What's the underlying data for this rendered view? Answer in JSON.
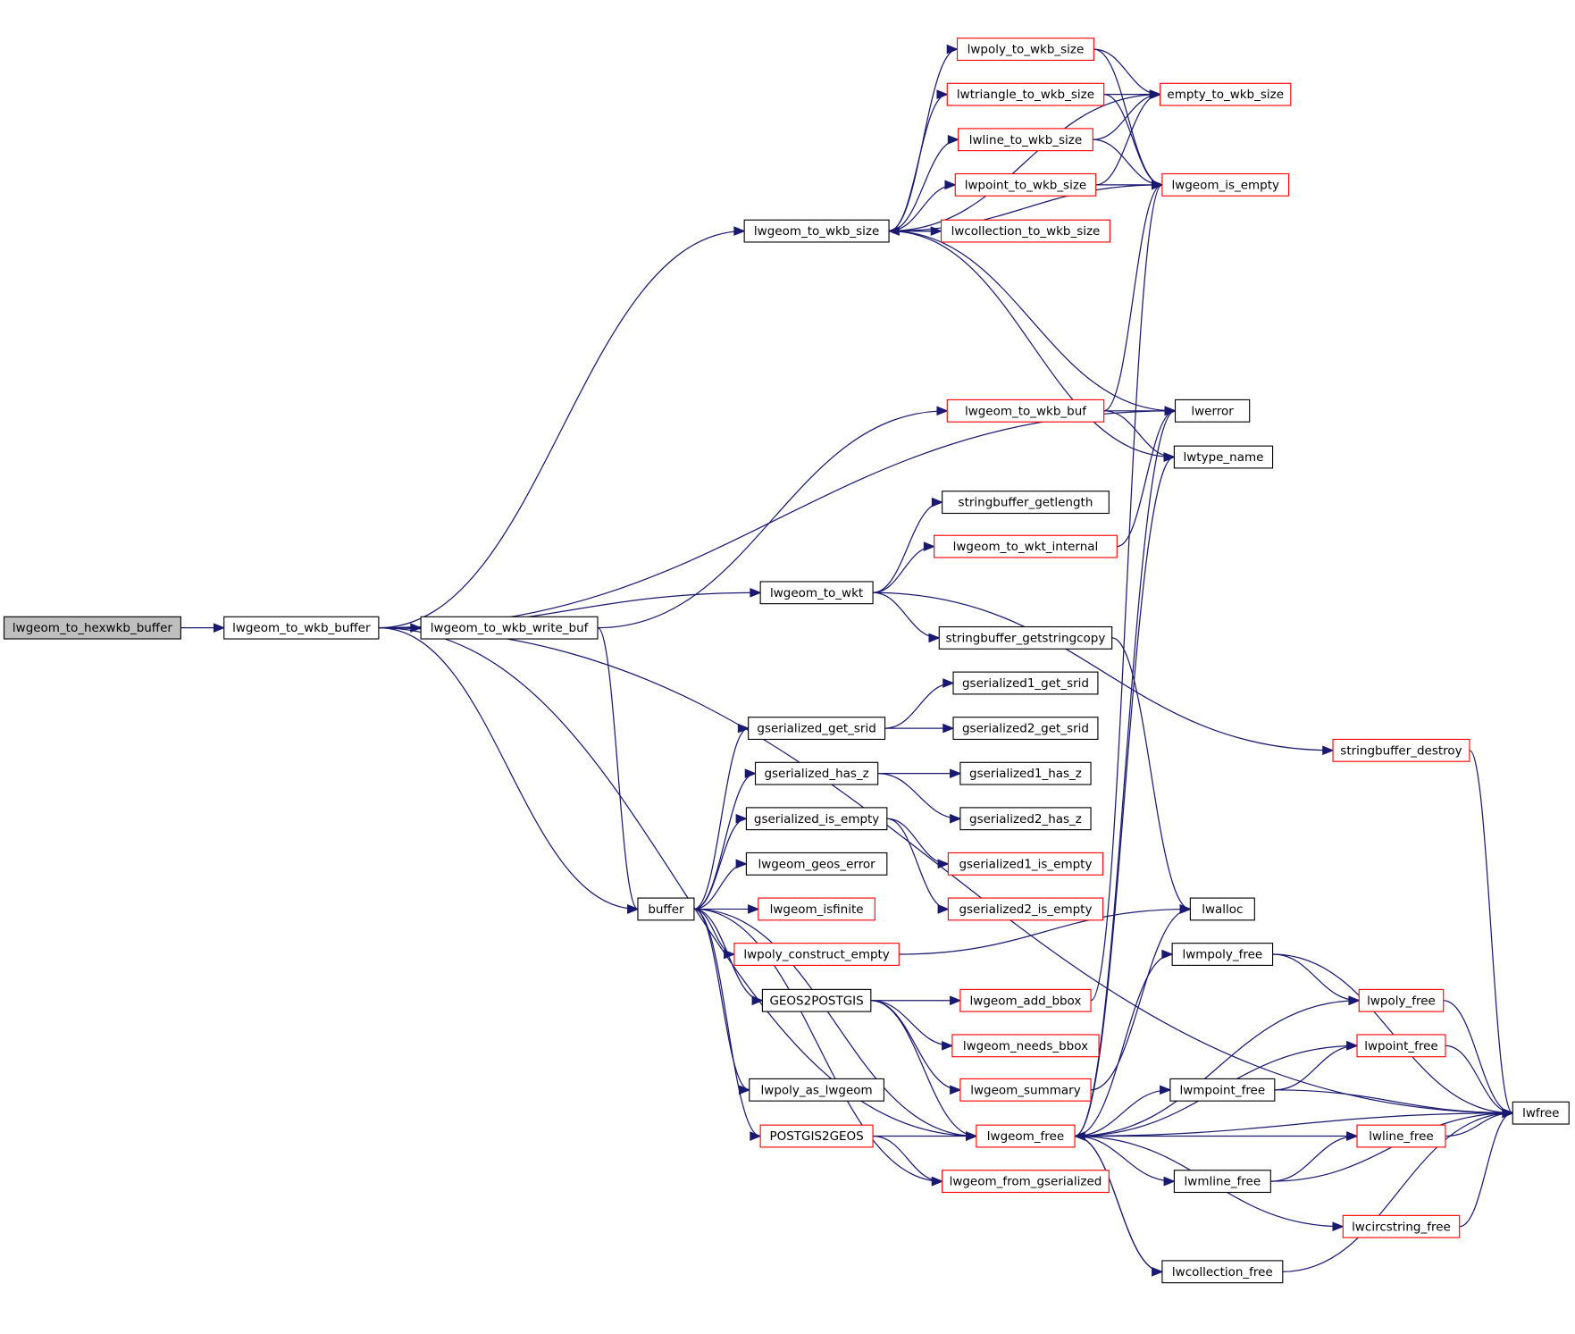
{
  "diagram": {
    "type": "call-graph",
    "root": "lwgeom_to_hexwkb_buffer",
    "colors": {
      "edge": "#191970",
      "node_border": "#000000",
      "truncated_node_border": "#ff0000",
      "root_fill": "#bfbfbf",
      "node_fill": "#ffffff"
    },
    "nodes": [
      {
        "id": "lwgeom_to_hexwkb_buffer",
        "label": "lwgeom_to_hexwkb_buffer",
        "style": "root"
      },
      {
        "id": "lwgeom_to_wkb_buffer",
        "label": "lwgeom_to_wkb_buffer",
        "style": "normal"
      },
      {
        "id": "lwgeom_to_wkb_write_buf",
        "label": "lwgeom_to_wkb_write_buf",
        "style": "normal"
      },
      {
        "id": "lwgeom_to_wkb_size",
        "label": "lwgeom_to_wkb_size",
        "style": "normal"
      },
      {
        "id": "lwpoly_to_wkb_size",
        "label": "lwpoly_to_wkb_size",
        "style": "truncated"
      },
      {
        "id": "lwtriangle_to_wkb_size",
        "label": "lwtriangle_to_wkb_size",
        "style": "truncated"
      },
      {
        "id": "lwline_to_wkb_size",
        "label": "lwline_to_wkb_size",
        "style": "truncated"
      },
      {
        "id": "lwpoint_to_wkb_size",
        "label": "lwpoint_to_wkb_size",
        "style": "truncated"
      },
      {
        "id": "lwcollection_to_wkb_size",
        "label": "lwcollection_to_wkb_size",
        "style": "truncated"
      },
      {
        "id": "empty_to_wkb_size",
        "label": "empty_to_wkb_size",
        "style": "truncated"
      },
      {
        "id": "lwgeom_is_empty",
        "label": "lwgeom_is_empty",
        "style": "truncated"
      },
      {
        "id": "lwgeom_to_wkb_buf",
        "label": "lwgeom_to_wkb_buf",
        "style": "truncated"
      },
      {
        "id": "lwerror",
        "label": "lwerror",
        "style": "normal"
      },
      {
        "id": "lwtype_name",
        "label": "lwtype_name",
        "style": "normal"
      },
      {
        "id": "stringbuffer_getlength",
        "label": "stringbuffer_getlength",
        "style": "normal"
      },
      {
        "id": "lwgeom_to_wkt_internal",
        "label": "lwgeom_to_wkt_internal",
        "style": "truncated"
      },
      {
        "id": "lwgeom_to_wkt",
        "label": "lwgeom_to_wkt",
        "style": "normal"
      },
      {
        "id": "stringbuffer_getstringcopy",
        "label": "stringbuffer_getstringcopy",
        "style": "normal"
      },
      {
        "id": "stringbuffer_destroy",
        "label": "stringbuffer_destroy",
        "style": "truncated"
      },
      {
        "id": "gserialized1_get_srid",
        "label": "gserialized1_get_srid",
        "style": "normal"
      },
      {
        "id": "gserialized_get_srid",
        "label": "gserialized_get_srid",
        "style": "normal"
      },
      {
        "id": "gserialized2_get_srid",
        "label": "gserialized2_get_srid",
        "style": "normal"
      },
      {
        "id": "gserialized_has_z",
        "label": "gserialized_has_z",
        "style": "normal"
      },
      {
        "id": "gserialized1_has_z",
        "label": "gserialized1_has_z",
        "style": "normal"
      },
      {
        "id": "gserialized2_has_z",
        "label": "gserialized2_has_z",
        "style": "normal"
      },
      {
        "id": "gserialized_is_empty",
        "label": "gserialized_is_empty",
        "style": "normal"
      },
      {
        "id": "gserialized1_is_empty",
        "label": "gserialized1_is_empty",
        "style": "truncated"
      },
      {
        "id": "gserialized2_is_empty",
        "label": "gserialized2_is_empty",
        "style": "truncated"
      },
      {
        "id": "lwgeom_geos_error",
        "label": "lwgeom_geos_error",
        "style": "normal"
      },
      {
        "id": "buffer",
        "label": "buffer",
        "style": "normal"
      },
      {
        "id": "lwgeom_isfinite",
        "label": "lwgeom_isfinite",
        "style": "truncated"
      },
      {
        "id": "lwalloc",
        "label": "lwalloc",
        "style": "normal"
      },
      {
        "id": "lwpoly_construct_empty",
        "label": "lwpoly_construct_empty",
        "style": "truncated"
      },
      {
        "id": "lwmpoly_free",
        "label": "lwmpoly_free",
        "style": "normal"
      },
      {
        "id": "GEOS2POSTGIS",
        "label": "GEOS2POSTGIS",
        "style": "normal"
      },
      {
        "id": "lwgeom_add_bbox",
        "label": "lwgeom_add_bbox",
        "style": "truncated"
      },
      {
        "id": "lwpoly_free",
        "label": "lwpoly_free",
        "style": "truncated"
      },
      {
        "id": "lwgeom_needs_bbox",
        "label": "lwgeom_needs_bbox",
        "style": "truncated"
      },
      {
        "id": "lwpoint_free",
        "label": "lwpoint_free",
        "style": "truncated"
      },
      {
        "id": "lwpoly_as_lwgeom",
        "label": "lwpoly_as_lwgeom",
        "style": "normal"
      },
      {
        "id": "lwgeom_summary",
        "label": "lwgeom_summary",
        "style": "truncated"
      },
      {
        "id": "lwmpoint_free",
        "label": "lwmpoint_free",
        "style": "normal"
      },
      {
        "id": "lwfree",
        "label": "lwfree",
        "style": "normal"
      },
      {
        "id": "POSTGIS2GEOS",
        "label": "POSTGIS2GEOS",
        "style": "truncated"
      },
      {
        "id": "lwgeom_free",
        "label": "lwgeom_free",
        "style": "truncated"
      },
      {
        "id": "lwline_free",
        "label": "lwline_free",
        "style": "truncated"
      },
      {
        "id": "lwmline_free",
        "label": "lwmline_free",
        "style": "normal"
      },
      {
        "id": "lwgeom_from_gserialized",
        "label": "lwgeom_from_gserialized",
        "style": "truncated"
      },
      {
        "id": "lwcircstring_free",
        "label": "lwcircstring_free",
        "style": "truncated"
      },
      {
        "id": "lwcollection_free",
        "label": "lwcollection_free",
        "style": "normal"
      }
    ],
    "edges": [
      [
        "lwgeom_to_hexwkb_buffer",
        "lwgeom_to_wkb_buffer"
      ],
      [
        "lwgeom_to_wkb_buffer",
        "lwgeom_to_wkb_write_buf"
      ],
      [
        "lwgeom_to_wkb_buffer",
        "lwgeom_to_wkb_size"
      ],
      [
        "lwgeom_to_wkb_buffer",
        "lwerror"
      ],
      [
        "lwgeom_to_wkb_buffer",
        "lwgeom_to_wkt"
      ],
      [
        "lwgeom_to_wkb_buffer",
        "buffer"
      ],
      [
        "lwgeom_to_wkb_buffer",
        "lwgeom_free"
      ],
      [
        "lwgeom_to_wkb_buffer",
        "lwfree"
      ],
      [
        "lwgeom_to_wkb_write_buf",
        "lwgeom_to_wkb_buf"
      ],
      [
        "lwgeom_to_wkb_write_buf",
        "buffer"
      ],
      [
        "lwgeom_to_wkb_size",
        "lwpoly_to_wkb_size"
      ],
      [
        "lwgeom_to_wkb_size",
        "lwtriangle_to_wkb_size"
      ],
      [
        "lwgeom_to_wkb_size",
        "lwline_to_wkb_size"
      ],
      [
        "lwgeom_to_wkb_size",
        "lwpoint_to_wkb_size"
      ],
      [
        "lwgeom_to_wkb_size",
        "lwcollection_to_wkb_size"
      ],
      [
        "lwgeom_to_wkb_size",
        "empty_to_wkb_size"
      ],
      [
        "lwgeom_to_wkb_size",
        "lwgeom_is_empty"
      ],
      [
        "lwgeom_to_wkb_size",
        "lwerror"
      ],
      [
        "lwgeom_to_wkb_size",
        "lwtype_name"
      ],
      [
        "lwcollection_to_wkb_size",
        "lwgeom_to_wkb_size"
      ],
      [
        "lwpoly_to_wkb_size",
        "empty_to_wkb_size"
      ],
      [
        "lwpoly_to_wkb_size",
        "lwgeom_is_empty"
      ],
      [
        "lwtriangle_to_wkb_size",
        "empty_to_wkb_size"
      ],
      [
        "lwtriangle_to_wkb_size",
        "lwgeom_is_empty"
      ],
      [
        "lwline_to_wkb_size",
        "empty_to_wkb_size"
      ],
      [
        "lwline_to_wkb_size",
        "lwgeom_is_empty"
      ],
      [
        "lwpoint_to_wkb_size",
        "empty_to_wkb_size"
      ],
      [
        "lwpoint_to_wkb_size",
        "lwgeom_is_empty"
      ],
      [
        "lwgeom_to_wkb_buf",
        "lwgeom_is_empty"
      ],
      [
        "lwgeom_to_wkb_buf",
        "lwerror"
      ],
      [
        "lwgeom_to_wkb_buf",
        "lwtype_name"
      ],
      [
        "lwgeom_to_wkt",
        "stringbuffer_getlength"
      ],
      [
        "lwgeom_to_wkt",
        "lwgeom_to_wkt_internal"
      ],
      [
        "lwgeom_to_wkt",
        "stringbuffer_getstringcopy"
      ],
      [
        "lwgeom_to_wkt",
        "stringbuffer_destroy"
      ],
      [
        "lwgeom_to_wkt_internal",
        "lwerror"
      ],
      [
        "stringbuffer_getstringcopy",
        "lwalloc"
      ],
      [
        "stringbuffer_destroy",
        "lwfree"
      ],
      [
        "buffer",
        "gserialized_get_srid"
      ],
      [
        "buffer",
        "gserialized_has_z"
      ],
      [
        "buffer",
        "gserialized_is_empty"
      ],
      [
        "buffer",
        "lwgeom_geos_error"
      ],
      [
        "buffer",
        "lwgeom_isfinite"
      ],
      [
        "buffer",
        "lwpoly_construct_empty"
      ],
      [
        "buffer",
        "GEOS2POSTGIS"
      ],
      [
        "buffer",
        "lwgeom_free"
      ],
      [
        "buffer",
        "lwpoly_as_lwgeom"
      ],
      [
        "buffer",
        "POSTGIS2GEOS"
      ],
      [
        "buffer",
        "lwgeom_from_gserialized"
      ],
      [
        "gserialized_get_srid",
        "gserialized1_get_srid"
      ],
      [
        "gserialized_get_srid",
        "gserialized2_get_srid"
      ],
      [
        "gserialized_has_z",
        "gserialized1_has_z"
      ],
      [
        "gserialized_has_z",
        "gserialized2_has_z"
      ],
      [
        "gserialized_is_empty",
        "gserialized1_is_empty"
      ],
      [
        "gserialized_is_empty",
        "gserialized2_is_empty"
      ],
      [
        "lwpoly_construct_empty",
        "lwalloc"
      ],
      [
        "GEOS2POSTGIS",
        "lwgeom_add_bbox"
      ],
      [
        "GEOS2POSTGIS",
        "lwgeom_needs_bbox"
      ],
      [
        "GEOS2POSTGIS",
        "lwgeom_summary"
      ],
      [
        "GEOS2POSTGIS",
        "lwgeom_free"
      ],
      [
        "lwgeom_add_bbox",
        "lwgeom_is_empty"
      ],
      [
        "lwgeom_summary",
        "lwalloc"
      ],
      [
        "POSTGIS2GEOS",
        "lwgeom_free"
      ],
      [
        "POSTGIS2GEOS",
        "lwgeom_from_gserialized"
      ],
      [
        "lwgeom_free",
        "lwmpoly_free"
      ],
      [
        "lwgeom_free",
        "lwpoly_free"
      ],
      [
        "lwgeom_free",
        "lwpoint_free"
      ],
      [
        "lwgeom_free",
        "lwmpoint_free"
      ],
      [
        "lwgeom_free",
        "lwline_free"
      ],
      [
        "lwgeom_free",
        "lwmline_free"
      ],
      [
        "lwgeom_free",
        "lwcircstring_free"
      ],
      [
        "lwgeom_free",
        "lwcollection_free"
      ],
      [
        "lwgeom_free",
        "lwfree"
      ],
      [
        "lwgeom_free",
        "lwerror"
      ],
      [
        "lwgeom_free",
        "lwtype_name"
      ],
      [
        "lwcollection_free",
        "lwgeom_free"
      ],
      [
        "lwcollection_free",
        "lwfree"
      ],
      [
        "lwmpoly_free",
        "lwpoly_free"
      ],
      [
        "lwmpoly_free",
        "lwfree"
      ],
      [
        "lwmpoint_free",
        "lwpoint_free"
      ],
      [
        "lwmpoint_free",
        "lwfree"
      ],
      [
        "lwmline_free",
        "lwline_free"
      ],
      [
        "lwmline_free",
        "lwfree"
      ],
      [
        "lwpoly_free",
        "lwfree"
      ],
      [
        "lwpoint_free",
        "lwfree"
      ],
      [
        "lwline_free",
        "lwfree"
      ],
      [
        "lwcircstring_free",
        "lwfree"
      ]
    ]
  }
}
